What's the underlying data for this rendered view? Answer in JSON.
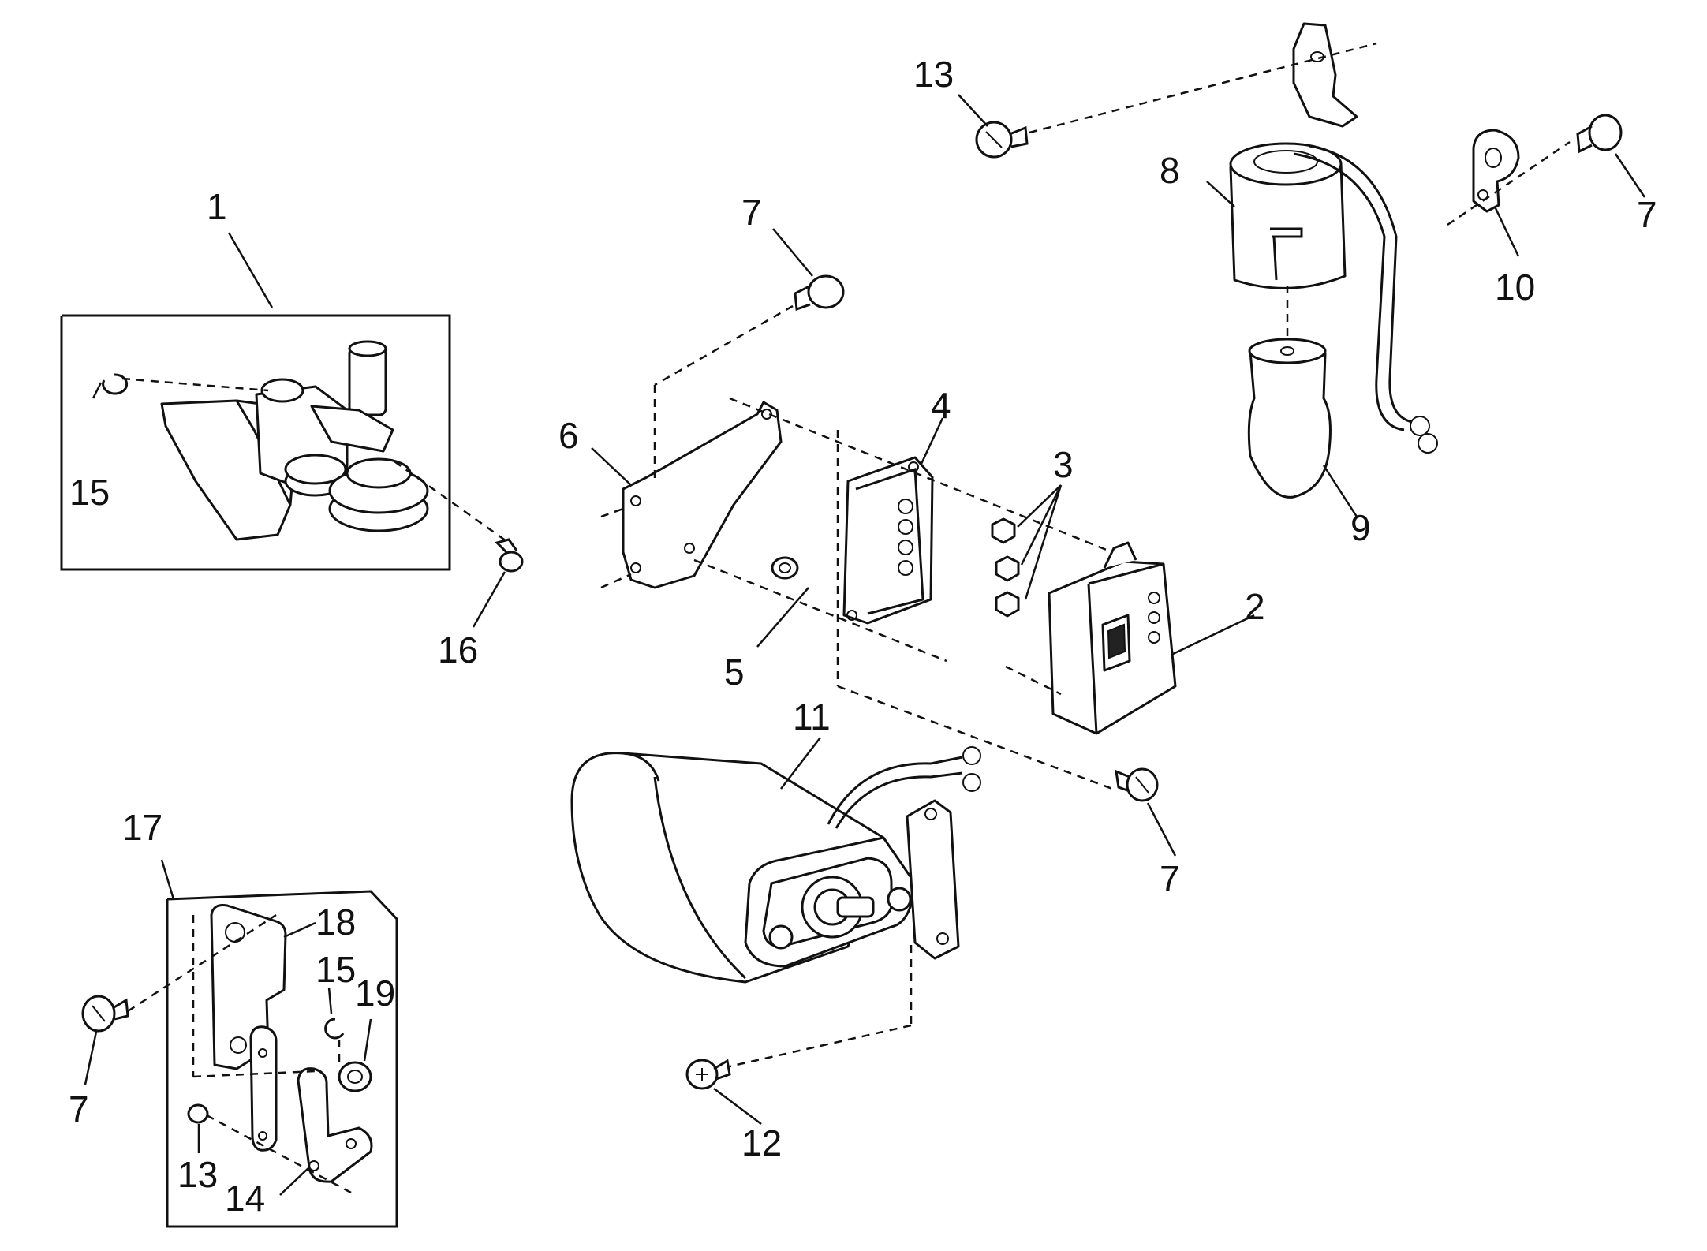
{
  "callouts": {
    "c1": "1",
    "c2": "2",
    "c3": "3",
    "c4": "4",
    "c5": "5",
    "c6": "6",
    "c7a": "7",
    "c7b": "7",
    "c7c": "7",
    "c7d": "7",
    "c8": "8",
    "c9": "9",
    "c10": "10",
    "c11": "11",
    "c12": "12",
    "c13a": "13",
    "c13b": "13",
    "c14": "14",
    "c15a": "15",
    "c15b": "15",
    "c16": "16",
    "c17": "17",
    "c18": "18",
    "c19": "19"
  }
}
